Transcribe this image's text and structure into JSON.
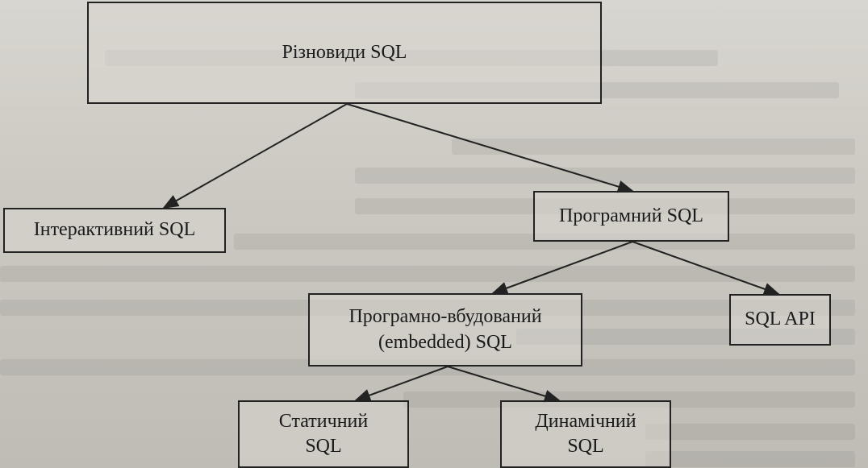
{
  "diagram": {
    "nodes": {
      "root": {
        "label": "Різновиди SQL"
      },
      "interactive": {
        "label": "Інтерактивний SQL"
      },
      "program": {
        "label": "Програмний SQL"
      },
      "embedded": {
        "label": "Програмно-вбудований\n(embedded) SQL"
      },
      "api": {
        "label": "SQL API"
      },
      "static": {
        "label": "Статичний\nSQL"
      },
      "dynamic": {
        "label": "Динамічний\nSQL"
      }
    },
    "edges": [
      {
        "from": "root",
        "to": "interactive"
      },
      {
        "from": "root",
        "to": "program"
      },
      {
        "from": "program",
        "to": "embedded"
      },
      {
        "from": "program",
        "to": "api"
      },
      {
        "from": "embedded",
        "to": "static"
      },
      {
        "from": "embedded",
        "to": "dynamic"
      }
    ]
  },
  "colors": {
    "line": "#222222",
    "text": "#1a1a1a",
    "paper": "#d2d0ca"
  }
}
